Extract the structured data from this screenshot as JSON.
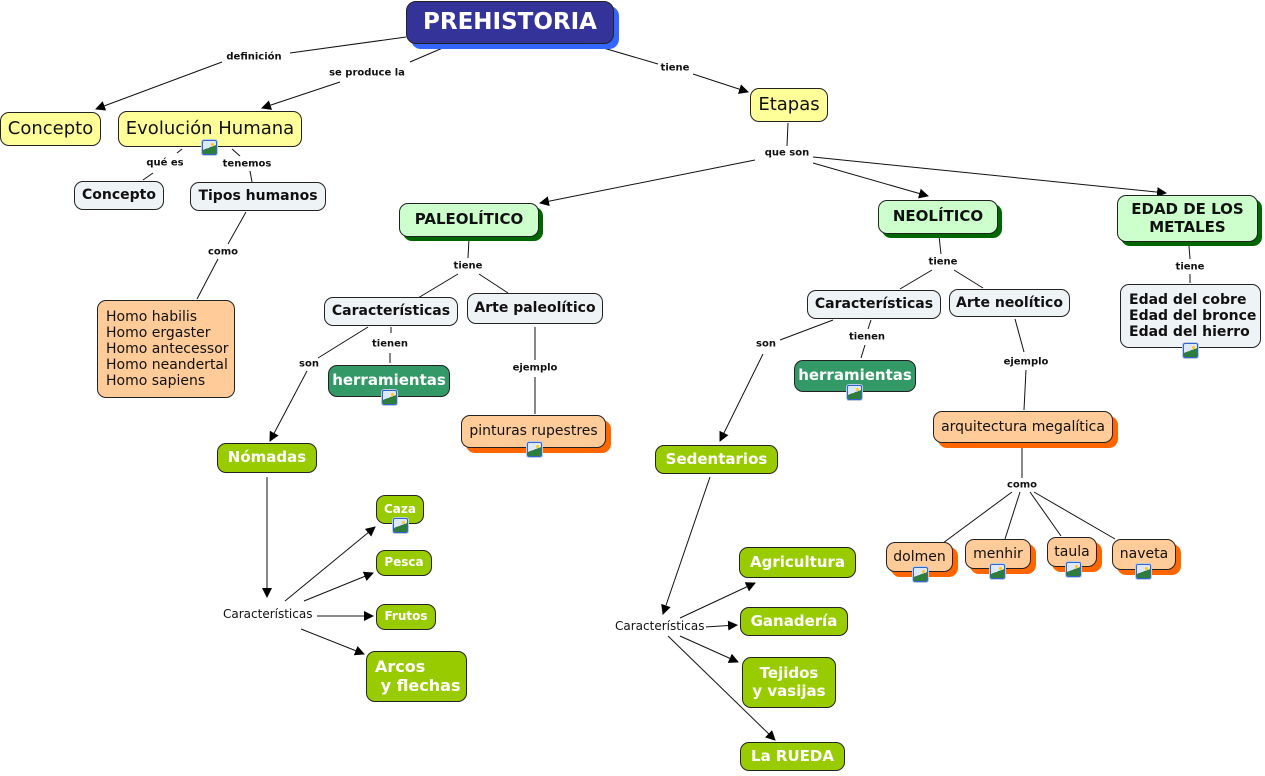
{
  "title": "PREHISTORIA",
  "nodes": {
    "prehistoria": "PREHISTORIA",
    "concepto_def": "Concepto",
    "evolucion": "Evolución Humana",
    "etapas": "Etapas",
    "concepto_que_es": "Concepto",
    "tipos_humanos": "Tipos humanos",
    "homo_list": "Homo habilis\nHomo ergaster\nHomo antecessor\nHomo neandertal\nHomo sapiens",
    "paleolitico": "PALEOLÍTICO",
    "neolitico": "NEOLÍTICO",
    "metales": "EDAD DE LOS\nMETALES",
    "pal_caracteristicas": "Características",
    "pal_arte": "Arte paleolítico",
    "pal_herramientas": "herramientas",
    "pinturas": "pinturas rupestres",
    "nomadas": "Nómadas",
    "pal_caract_text": "Características",
    "caza": "Caza",
    "pesca": "Pesca",
    "frutos": "Frutos",
    "arcos": "Arcos\n y flechas",
    "neo_caracteristicas": "Características",
    "neo_arte": "Arte neolítico",
    "neo_herramientas": "herramientas",
    "arquitectura": "arquitectura megalítica",
    "sedentarios": "Sedentarios",
    "neo_caract_text": "Características",
    "agricultura": "Agricultura",
    "ganaderia": "Ganadería",
    "tejidos": "Tejidos\ny vasijas",
    "rueda": "La RUEDA",
    "metales_list": "Edad del cobre\nEdad del bronce\nEdad del hierro",
    "dolmen": "dolmen",
    "menhir": "menhir",
    "taula": "taula",
    "naveta": "naveta"
  },
  "link_labels": {
    "definicion": "definición",
    "se_produce_la": "se produce la",
    "tiene_etapas": "tiene",
    "que_es": "qué es",
    "tenemos": "tenemos",
    "como_tipos": "como",
    "que_son": "que son",
    "pal_tiene": "tiene",
    "pal_son": "son",
    "pal_tienen": "tienen",
    "pal_ejemplo": "ejemplo",
    "neo_tiene": "tiene",
    "neo_son": "son",
    "neo_tienen": "tienen",
    "neo_ejemplo": "ejemplo",
    "met_tiene": "tiene",
    "como_arq": "como"
  },
  "image_resource_icon": "image-resource-icon"
}
